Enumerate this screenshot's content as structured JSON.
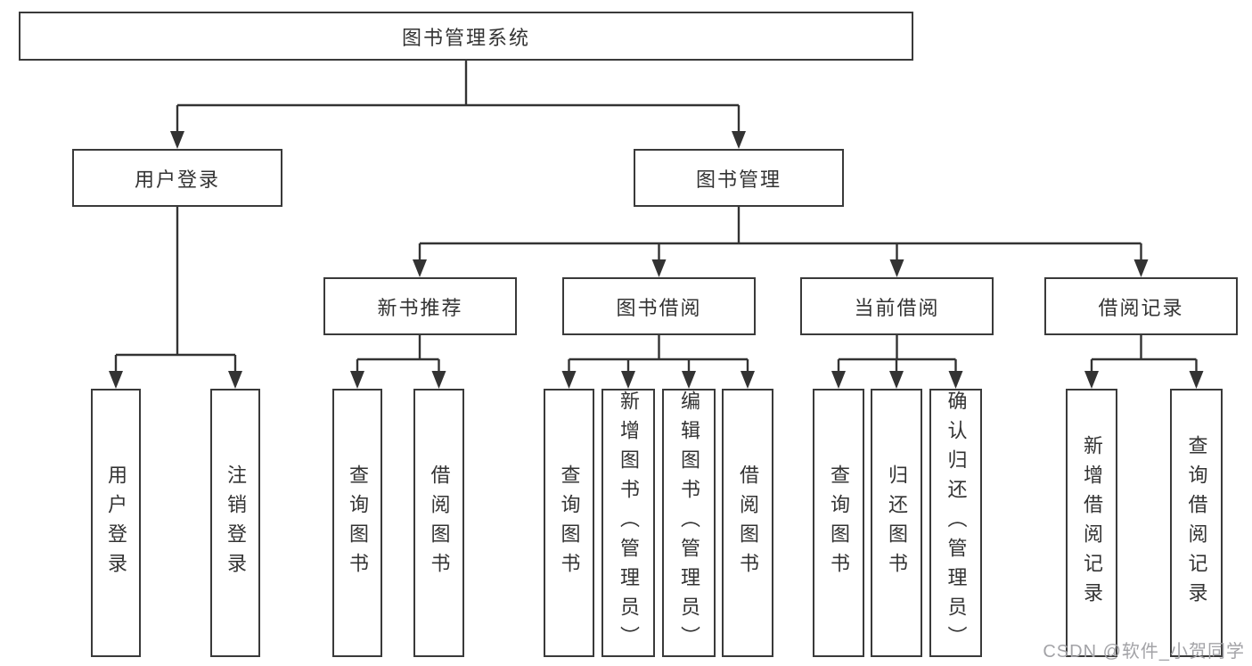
{
  "page": {
    "background": "#ffffff"
  },
  "colors": {
    "line": "#333333",
    "box_border": "#3a3a3a",
    "box_fill": "#ffffff",
    "text": "#333333",
    "watermark_text": "#a3a3a7"
  },
  "watermark": {
    "text": "CSDN @软件_小贺同学"
  },
  "tree": {
    "root": {
      "label": "图书管理系统"
    },
    "children": [
      {
        "label": "用户登录",
        "children": [
          "用户登录",
          "注销登录"
        ]
      },
      {
        "label": "图书管理",
        "children": [
          {
            "label": "新书推荐",
            "children": [
              "查询图书",
              "借阅图书"
            ]
          },
          {
            "label": "图书借阅",
            "children": [
              "查询图书",
              "新增图书（管理员）",
              "编辑图书（管理员）",
              "借阅图书"
            ]
          },
          {
            "label": "当前借阅",
            "children": [
              "查询图书",
              "归还图书",
              "确认归还（管理员）"
            ]
          },
          {
            "label": "借阅记录",
            "children": [
              "新增借阅记录",
              "查询借阅记录"
            ]
          }
        ]
      }
    ]
  }
}
